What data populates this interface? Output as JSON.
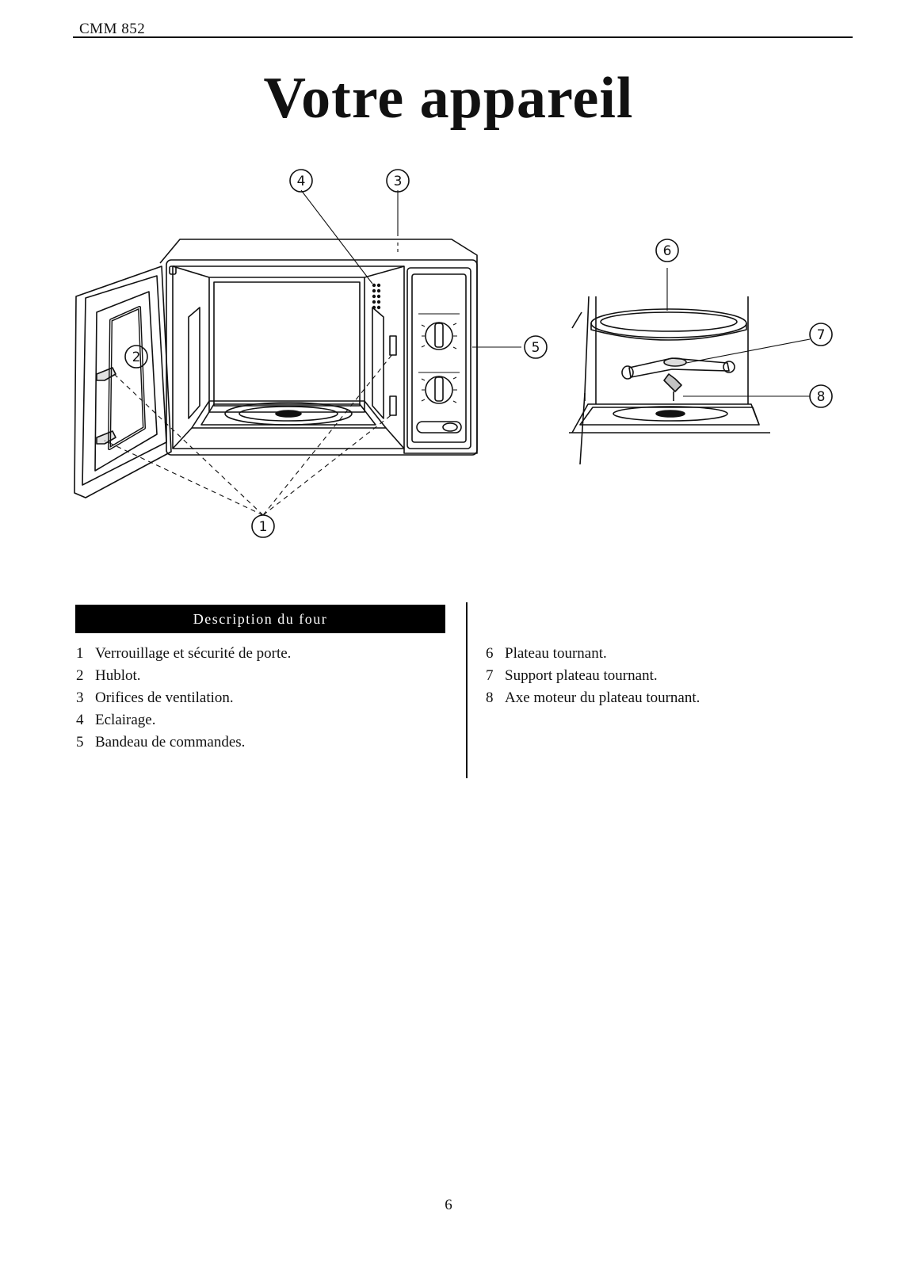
{
  "header": {
    "model": "CMM 852"
  },
  "page_title": "Votre appareil",
  "diagram": {
    "callouts": [
      "1",
      "2",
      "3",
      "4",
      "5",
      "6",
      "7",
      "8"
    ]
  },
  "section": {
    "title": "Description du four",
    "left_items": [
      {
        "num": "1",
        "text": "Verrouillage et sécurité de porte."
      },
      {
        "num": "2",
        "text": "Hublot."
      },
      {
        "num": "3",
        "text": "Orifices de ventilation."
      },
      {
        "num": "4",
        "text": "Eclairage."
      },
      {
        "num": "5",
        "text": "Bandeau de commandes."
      }
    ],
    "right_items": [
      {
        "num": "6",
        "text": "Plateau tournant."
      },
      {
        "num": "7",
        "text": "Support plateau tournant."
      },
      {
        "num": "8",
        "text": "Axe moteur du plateau tournant."
      }
    ]
  },
  "page_number": "6"
}
